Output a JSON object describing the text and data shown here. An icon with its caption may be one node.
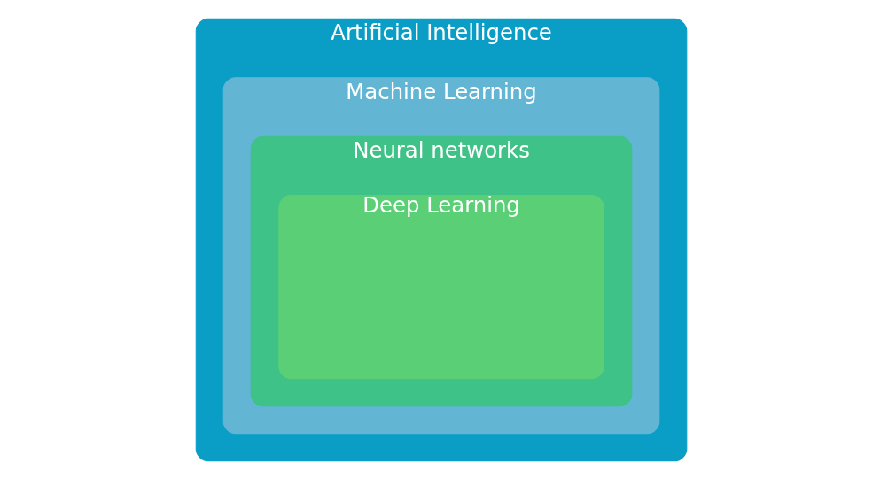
{
  "diagram": {
    "nodes": [
      {
        "text": [
          "Artificial Intelligence"
        ]
      },
      {
        "text": [
          "Machine Learning"
        ],
        "in": 0
      },
      {
        "text": [
          "Neural networks"
        ],
        "in": 1
      },
      {
        "text": [
          "Deep Learning"
        ],
        "in": 2
      }
    ]
  }
}
